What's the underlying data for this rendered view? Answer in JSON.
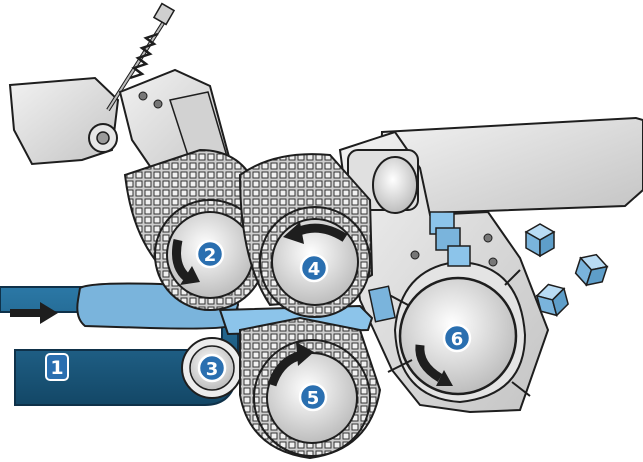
{
  "diagram": {
    "colors": {
      "belt": "#1e5f86",
      "belt_dark": "#134766",
      "product": "#7ab4dc",
      "cubes": "#8cc4ea",
      "metal": "#dcdcdc",
      "metal_dark": "#8c8c8c",
      "badge_fill": "#2a6fb0",
      "outline": "#1e1e1e"
    },
    "labels": {
      "belt": "1",
      "upper_left_roller": "2",
      "belt_roller": "3",
      "upper_right_roller": "4",
      "lower_roller": "5",
      "dicing_wheel": "6"
    },
    "icons": {
      "feed_arrow": "right-arrow-icon",
      "rotation_arrow": "curved-arrow-icon"
    }
  }
}
